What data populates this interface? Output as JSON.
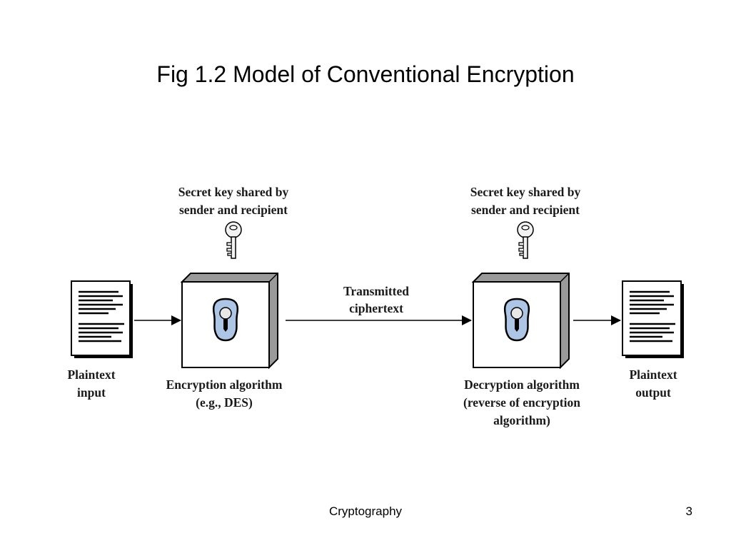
{
  "slide": {
    "title": "Fig 1.2 Model of Conventional Encryption",
    "footer_title": "Cryptography",
    "page_number": "3"
  },
  "diagram": {
    "key_left": [
      "Secret key shared by",
      "sender and recipient"
    ],
    "key_right": [
      "Secret key shared by",
      "sender and recipient"
    ],
    "plaintext_input": [
      "Plaintext",
      "input"
    ],
    "encryption": [
      "Encryption algorithm",
      "(e.g., DES)"
    ],
    "transmitted": [
      "Transmitted",
      "ciphertext"
    ],
    "decryption": [
      "Decryption algorithm",
      "(reverse of encryption",
      "algorithm)"
    ],
    "plaintext_output": [
      "Plaintext",
      "output"
    ]
  },
  "colors": {
    "lock_fill": "#aec6e6",
    "box_shadow": "#9a9a9a",
    "line": "#000000"
  }
}
